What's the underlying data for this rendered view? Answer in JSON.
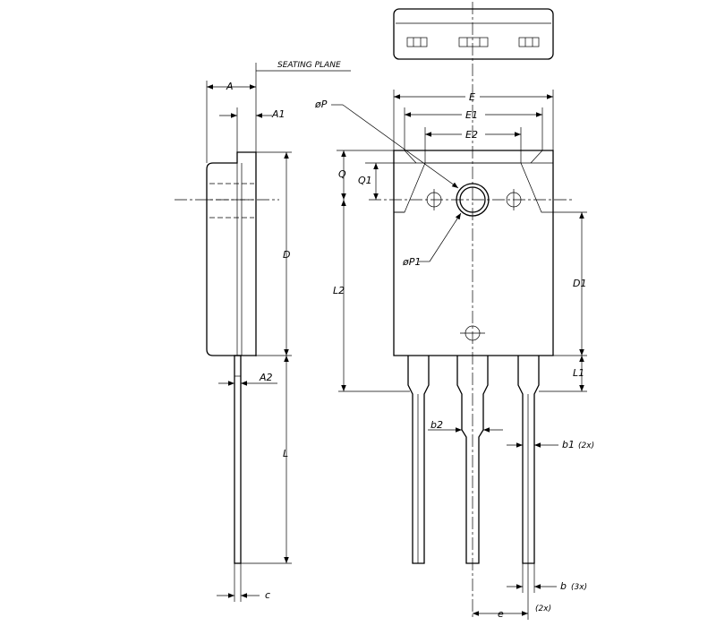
{
  "labels": {
    "seating_plane": "SEATING PLANE",
    "A": "A",
    "A1": "A1",
    "A2": "A2",
    "D": "D",
    "L": "L",
    "c": "c",
    "P": "øP",
    "P1": "øP1",
    "E": "E",
    "E1": "E1",
    "E2": "E2",
    "Q": "Q",
    "Q1": "Q1",
    "L2": "L2",
    "D1": "D1",
    "L1": "L1",
    "b2": "b2",
    "b1": "b1",
    "b1_count": "(2x)",
    "b": "b",
    "b_count": "(3x)",
    "e": "e",
    "e_count": "(2x)"
  }
}
